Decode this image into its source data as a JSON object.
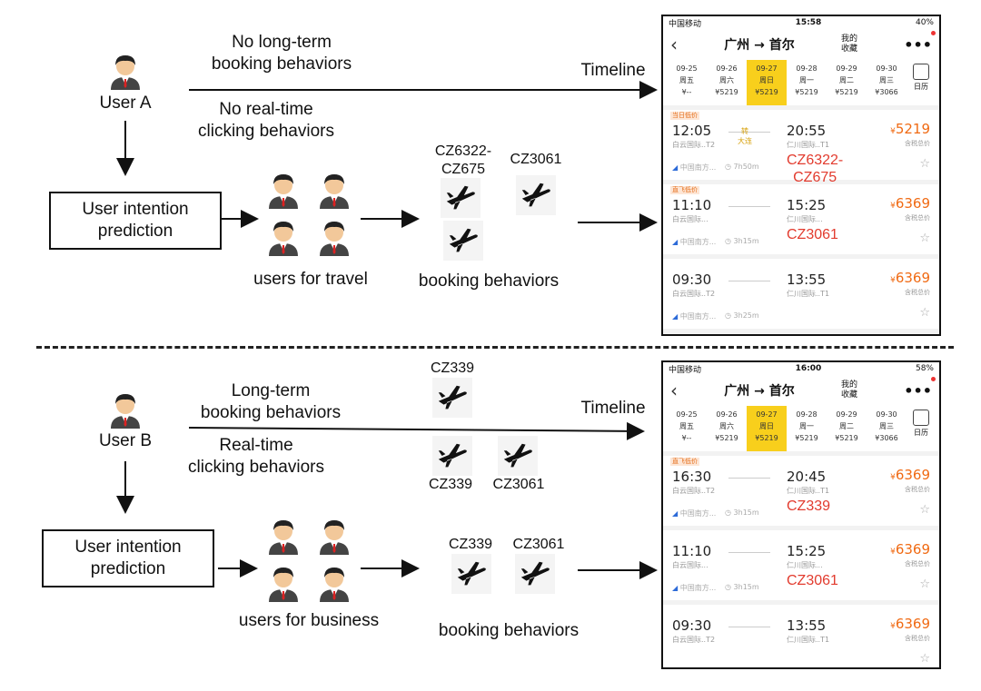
{
  "top": {
    "user_label": "User A",
    "no_longterm": [
      "No long-term",
      "booking behaviors"
    ],
    "no_realtime": [
      "No real-time",
      "clicking behaviors"
    ],
    "timeline": "Timeline",
    "intention": [
      "User intention",
      "prediction"
    ],
    "group_label": "users for travel",
    "booking_label": "booking behaviors",
    "codes": {
      "a": [
        "CZ6322-",
        "CZ675"
      ],
      "b": "CZ3061"
    }
  },
  "bottom": {
    "user_label": "User B",
    "longterm": [
      "Long-term",
      "booking behaviors"
    ],
    "realtime": [
      "Real-time",
      "clicking behaviors"
    ],
    "timeline": "Timeline",
    "intention": [
      "User intention",
      "prediction"
    ],
    "group_label": "users for business",
    "booking_label": "booking behaviors",
    "codes": {
      "lt": "CZ339",
      "rt1": "CZ339",
      "rt2": "CZ3061",
      "bk1": "CZ339",
      "bk2": "CZ3061"
    }
  },
  "phone1": {
    "carrier": "中国移动",
    "time": "15:58",
    "battery": "40%",
    "route": "广州 → 首尔",
    "fav": [
      "我的",
      "收藏"
    ],
    "calendar": "日历",
    "dates": [
      {
        "d": "09-25",
        "w": "周五",
        "p": "¥--"
      },
      {
        "d": "09-26",
        "w": "周六",
        "p": "¥5219"
      },
      {
        "d": "09-27",
        "w": "周日",
        "p": "¥5219"
      },
      {
        "d": "09-28",
        "w": "周一",
        "p": "¥5219"
      },
      {
        "d": "09-29",
        "w": "周二",
        "p": "¥5219"
      },
      {
        "d": "09-30",
        "w": "周三",
        "p": "¥3066"
      }
    ],
    "flights": [
      {
        "tag": "当日低价",
        "dep": "12:05",
        "depa": "白云国际..T2",
        "arr": "20:55",
        "arra": "仁川国际..T1",
        "transfer": [
          "转",
          "大连"
        ],
        "price": "5219",
        "tax": "含税总价",
        "air": "中国南方...",
        "dur": "7h50m",
        "overlay": [
          "CZ6322-",
          "CZ675"
        ]
      },
      {
        "tag": "直飞低价",
        "dep": "11:10",
        "depa": "白云国际...",
        "arr": "15:25",
        "arra": "仁川国际...",
        "price": "6369",
        "tax": "含税总价",
        "air": "中国南方...",
        "dur": "3h15m",
        "overlay": [
          "CZ3061"
        ]
      },
      {
        "tag": "",
        "dep": "09:30",
        "depa": "白云国际..T2",
        "arr": "13:55",
        "arra": "仁川国际..T1",
        "price": "6369",
        "tax": "含税总价",
        "air": "中国南方...",
        "dur": "3h25m",
        "overlay": []
      }
    ]
  },
  "phone2": {
    "carrier": "中国移动",
    "time": "16:00",
    "battery": "58%",
    "route": "广州 → 首尔",
    "fav": [
      "我的",
      "收藏"
    ],
    "calendar": "日历",
    "dates": [
      {
        "d": "09-25",
        "w": "周五",
        "p": "¥--"
      },
      {
        "d": "09-26",
        "w": "周六",
        "p": "¥5219"
      },
      {
        "d": "09-27",
        "w": "周日",
        "p": "¥5219"
      },
      {
        "d": "09-28",
        "w": "周一",
        "p": "¥5219"
      },
      {
        "d": "09-29",
        "w": "周二",
        "p": "¥5219"
      },
      {
        "d": "09-30",
        "w": "周三",
        "p": "¥3066"
      }
    ],
    "flights": [
      {
        "tag": "直飞低价",
        "dep": "16:30",
        "depa": "白云国际..T2",
        "arr": "20:45",
        "arra": "仁川国际..T1",
        "price": "6369",
        "tax": "含税总价",
        "air": "中国南方...",
        "dur": "3h15m",
        "overlay": [
          "CZ339"
        ]
      },
      {
        "tag": "",
        "dep": "11:10",
        "depa": "白云国际...",
        "arr": "15:25",
        "arra": "仁川国际...",
        "price": "6369",
        "tax": "含税总价",
        "air": "中国南方...",
        "dur": "3h15m",
        "overlay": [
          "CZ3061"
        ]
      },
      {
        "tag": "",
        "dep": "09:30",
        "depa": "白云国际..T2",
        "arr": "13:55",
        "arra": "仁川国际..T1",
        "price": "6369",
        "tax": "含税总价",
        "air": "",
        "dur": "",
        "overlay": []
      }
    ]
  },
  "colors": {
    "highlight": "#f8cf1c",
    "price": "#f06a13",
    "overlay": "#e23b2e"
  }
}
